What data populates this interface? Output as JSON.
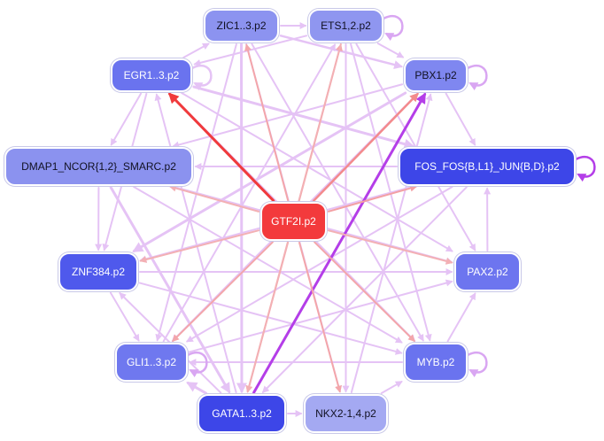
{
  "graph": {
    "nodes": [
      {
        "id": "zic",
        "label": "ZIC1..3.p2",
        "color": "#8c93f0",
        "text": "dark"
      },
      {
        "id": "ets",
        "label": "ETS1,2.p2",
        "color": "#8f96f0",
        "text": "dark"
      },
      {
        "id": "egr",
        "label": "EGR1..3.p2",
        "color": "#6a73ef",
        "text": "light"
      },
      {
        "id": "pbx",
        "label": "PBX1.p2",
        "color": "#7f87f0",
        "text": "dark"
      },
      {
        "id": "dmap",
        "label": "DMAP1_NCOR{1,2}_SMARC.p2",
        "color": "#8b92ef",
        "text": "dark"
      },
      {
        "id": "fos",
        "label": "FOS_FOS{B,L1}_JUN{B,D}.p2",
        "color": "#3d46e8",
        "text": "light"
      },
      {
        "id": "gtf",
        "label": "GTF2I.p2",
        "color": "#f33a3c",
        "text": "light"
      },
      {
        "id": "znf",
        "label": "ZNF384.p2",
        "color": "#4f59ec",
        "text": "light"
      },
      {
        "id": "pax",
        "label": "PAX2.p2",
        "color": "#6d75ef",
        "text": "light"
      },
      {
        "id": "gli",
        "label": "GLI1..3.p2",
        "color": "#6f78ef",
        "text": "light"
      },
      {
        "id": "myb",
        "label": "MYB.p2",
        "color": "#6a73ef",
        "text": "light"
      },
      {
        "id": "gata",
        "label": "GATA1..3.p2",
        "color": "#3d46e8",
        "text": "light"
      },
      {
        "id": "nkx",
        "label": "NKX2-1,4.p2",
        "color": "#a4a9f2",
        "text": "dark"
      }
    ],
    "edges": [
      {
        "from": "gtf",
        "to": "egr",
        "color": "#f03a3c",
        "weight": 3
      },
      {
        "from": "gata",
        "to": "pbx",
        "color": "#b43ee8",
        "weight": 3
      },
      {
        "from": "gtf",
        "to": "pbx",
        "color": "#f38a8c",
        "weight": 2.5
      },
      {
        "from": "gtf",
        "to": "fos",
        "color": "#f3a0a4",
        "weight": 2
      },
      {
        "from": "gtf",
        "to": "zic",
        "color": "#f3a6aa",
        "weight": 2
      },
      {
        "from": "gtf",
        "to": "ets",
        "color": "#f3a6aa",
        "weight": 2
      },
      {
        "from": "gtf",
        "to": "dmap",
        "color": "#f3b0b4",
        "weight": 2
      },
      {
        "from": "gtf",
        "to": "znf",
        "color": "#f3b0b4",
        "weight": 2
      },
      {
        "from": "gtf",
        "to": "pax",
        "color": "#f3b0b4",
        "weight": 2
      },
      {
        "from": "gtf",
        "to": "gli",
        "color": "#f3a6aa",
        "weight": 2
      },
      {
        "from": "gtf",
        "to": "myb",
        "color": "#f3a6aa",
        "weight": 2
      },
      {
        "from": "gtf",
        "to": "nkx",
        "color": "#f3a6aa",
        "weight": 2
      },
      {
        "from": "gtf",
        "to": "gata",
        "color": "#f3a6aa",
        "weight": 2
      },
      {
        "from": "ets",
        "to": "gata",
        "color": "#f3b0b4",
        "weight": 2
      },
      {
        "from": "zic",
        "to": "pbx",
        "color": "#e5c3f5",
        "weight": 2.5
      },
      {
        "from": "ets",
        "to": "egr",
        "color": "#e5c3f5",
        "weight": 2
      },
      {
        "from": "egr",
        "to": "fos",
        "color": "#e5c3f5",
        "weight": 3
      },
      {
        "from": "egr",
        "to": "pax",
        "color": "#e5c3f5",
        "weight": 2
      },
      {
        "from": "egr",
        "to": "myb",
        "color": "#e5c3f5",
        "weight": 2
      },
      {
        "from": "pbx",
        "to": "dmap",
        "color": "#e5c3f5",
        "weight": 2
      },
      {
        "from": "pbx",
        "to": "znf",
        "color": "#e5c3f5",
        "weight": 3
      },
      {
        "from": "pbx",
        "to": "gli",
        "color": "#e5c3f5",
        "weight": 2
      },
      {
        "from": "fos",
        "to": "dmap",
        "color": "#e5c3f5",
        "weight": 2
      },
      {
        "from": "fos",
        "to": "znf",
        "color": "#e5c3f5",
        "weight": 2
      },
      {
        "from": "fos",
        "to": "gli",
        "color": "#e5c3f5",
        "weight": 2
      },
      {
        "from": "fos",
        "to": "gata",
        "color": "#e5c3f5",
        "weight": 2
      },
      {
        "from": "zic",
        "to": "gata",
        "color": "#e5c3f5",
        "weight": 3
      },
      {
        "from": "zic",
        "to": "myb",
        "color": "#e5c3f5",
        "weight": 2
      },
      {
        "from": "zic",
        "to": "nkx",
        "color": "#e5c3f5",
        "weight": 2
      },
      {
        "from": "ets",
        "to": "myb",
        "color": "#e5c3f5",
        "weight": 2
      },
      {
        "from": "ets",
        "to": "nkx",
        "color": "#e5c3f5",
        "weight": 2
      },
      {
        "from": "ets",
        "to": "pax",
        "color": "#e5c3f5",
        "weight": 2
      },
      {
        "from": "dmap",
        "to": "pax",
        "color": "#e5c3f5",
        "weight": 2
      },
      {
        "from": "dmap",
        "to": "gata",
        "color": "#e5c3f5",
        "weight": 3
      },
      {
        "from": "dmap",
        "to": "myb",
        "color": "#e5c3f5",
        "weight": 2
      },
      {
        "from": "znf",
        "to": "myb",
        "color": "#e5c3f5",
        "weight": 2
      },
      {
        "from": "znf",
        "to": "pax",
        "color": "#e5c3f5",
        "weight": 2
      },
      {
        "from": "gli",
        "to": "pax",
        "color": "#e5c3f5",
        "weight": 2
      },
      {
        "from": "gli",
        "to": "ets",
        "color": "#e5c3f5",
        "weight": 2
      },
      {
        "from": "gata",
        "to": "gli",
        "color": "#e5c3f5",
        "weight": 3
      },
      {
        "from": "gata",
        "to": "nkx",
        "color": "#e5c3f5",
        "weight": 2
      },
      {
        "from": "gata",
        "to": "egr",
        "color": "#e5c3f5",
        "weight": 2
      },
      {
        "from": "gata",
        "to": "znf",
        "color": "#e5c3f5",
        "weight": 2
      },
      {
        "from": "nkx",
        "to": "pbx",
        "color": "#e5c3f5",
        "weight": 2
      },
      {
        "from": "nkx",
        "to": "myb",
        "color": "#e5c3f5",
        "weight": 2
      },
      {
        "from": "myb",
        "to": "pax",
        "color": "#e5c3f5",
        "weight": 2
      },
      {
        "from": "pax",
        "to": "fos",
        "color": "#e5c3f5",
        "weight": 2
      },
      {
        "from": "znf",
        "to": "gli",
        "color": "#e5c3f5",
        "weight": 2
      },
      {
        "from": "egr",
        "to": "zic",
        "color": "#e5c3f5",
        "weight": 2
      },
      {
        "from": "egr",
        "to": "dmap",
        "color": "#e5c3f5",
        "weight": 2
      },
      {
        "from": "egr",
        "to": "znf",
        "color": "#e5c3f5",
        "weight": 2
      },
      {
        "from": "dmap",
        "to": "znf",
        "color": "#e5c3f5",
        "weight": 2
      },
      {
        "from": "ets",
        "to": "pbx",
        "color": "#e5c3f5",
        "weight": 2
      },
      {
        "from": "pbx",
        "to": "fos",
        "color": "#e5c3f5",
        "weight": 2
      },
      {
        "from": "zic",
        "to": "ets",
        "color": "#e5c3f5",
        "weight": 2
      },
      {
        "from": "zic",
        "to": "gli",
        "color": "#e5c3f5",
        "weight": 2
      },
      {
        "from": "myb",
        "to": "gli",
        "color": "#e5c3f5",
        "weight": 2
      }
    ],
    "self_loops": [
      {
        "node": "ets",
        "color": "#d9a6f2"
      },
      {
        "node": "egr",
        "color": "#e5c3f5"
      },
      {
        "node": "pbx",
        "color": "#d9a6f2"
      },
      {
        "node": "fos",
        "color": "#b43ee8"
      },
      {
        "node": "gli",
        "color": "#d9a6f2"
      },
      {
        "node": "myb",
        "color": "#d9a6f2"
      }
    ]
  }
}
